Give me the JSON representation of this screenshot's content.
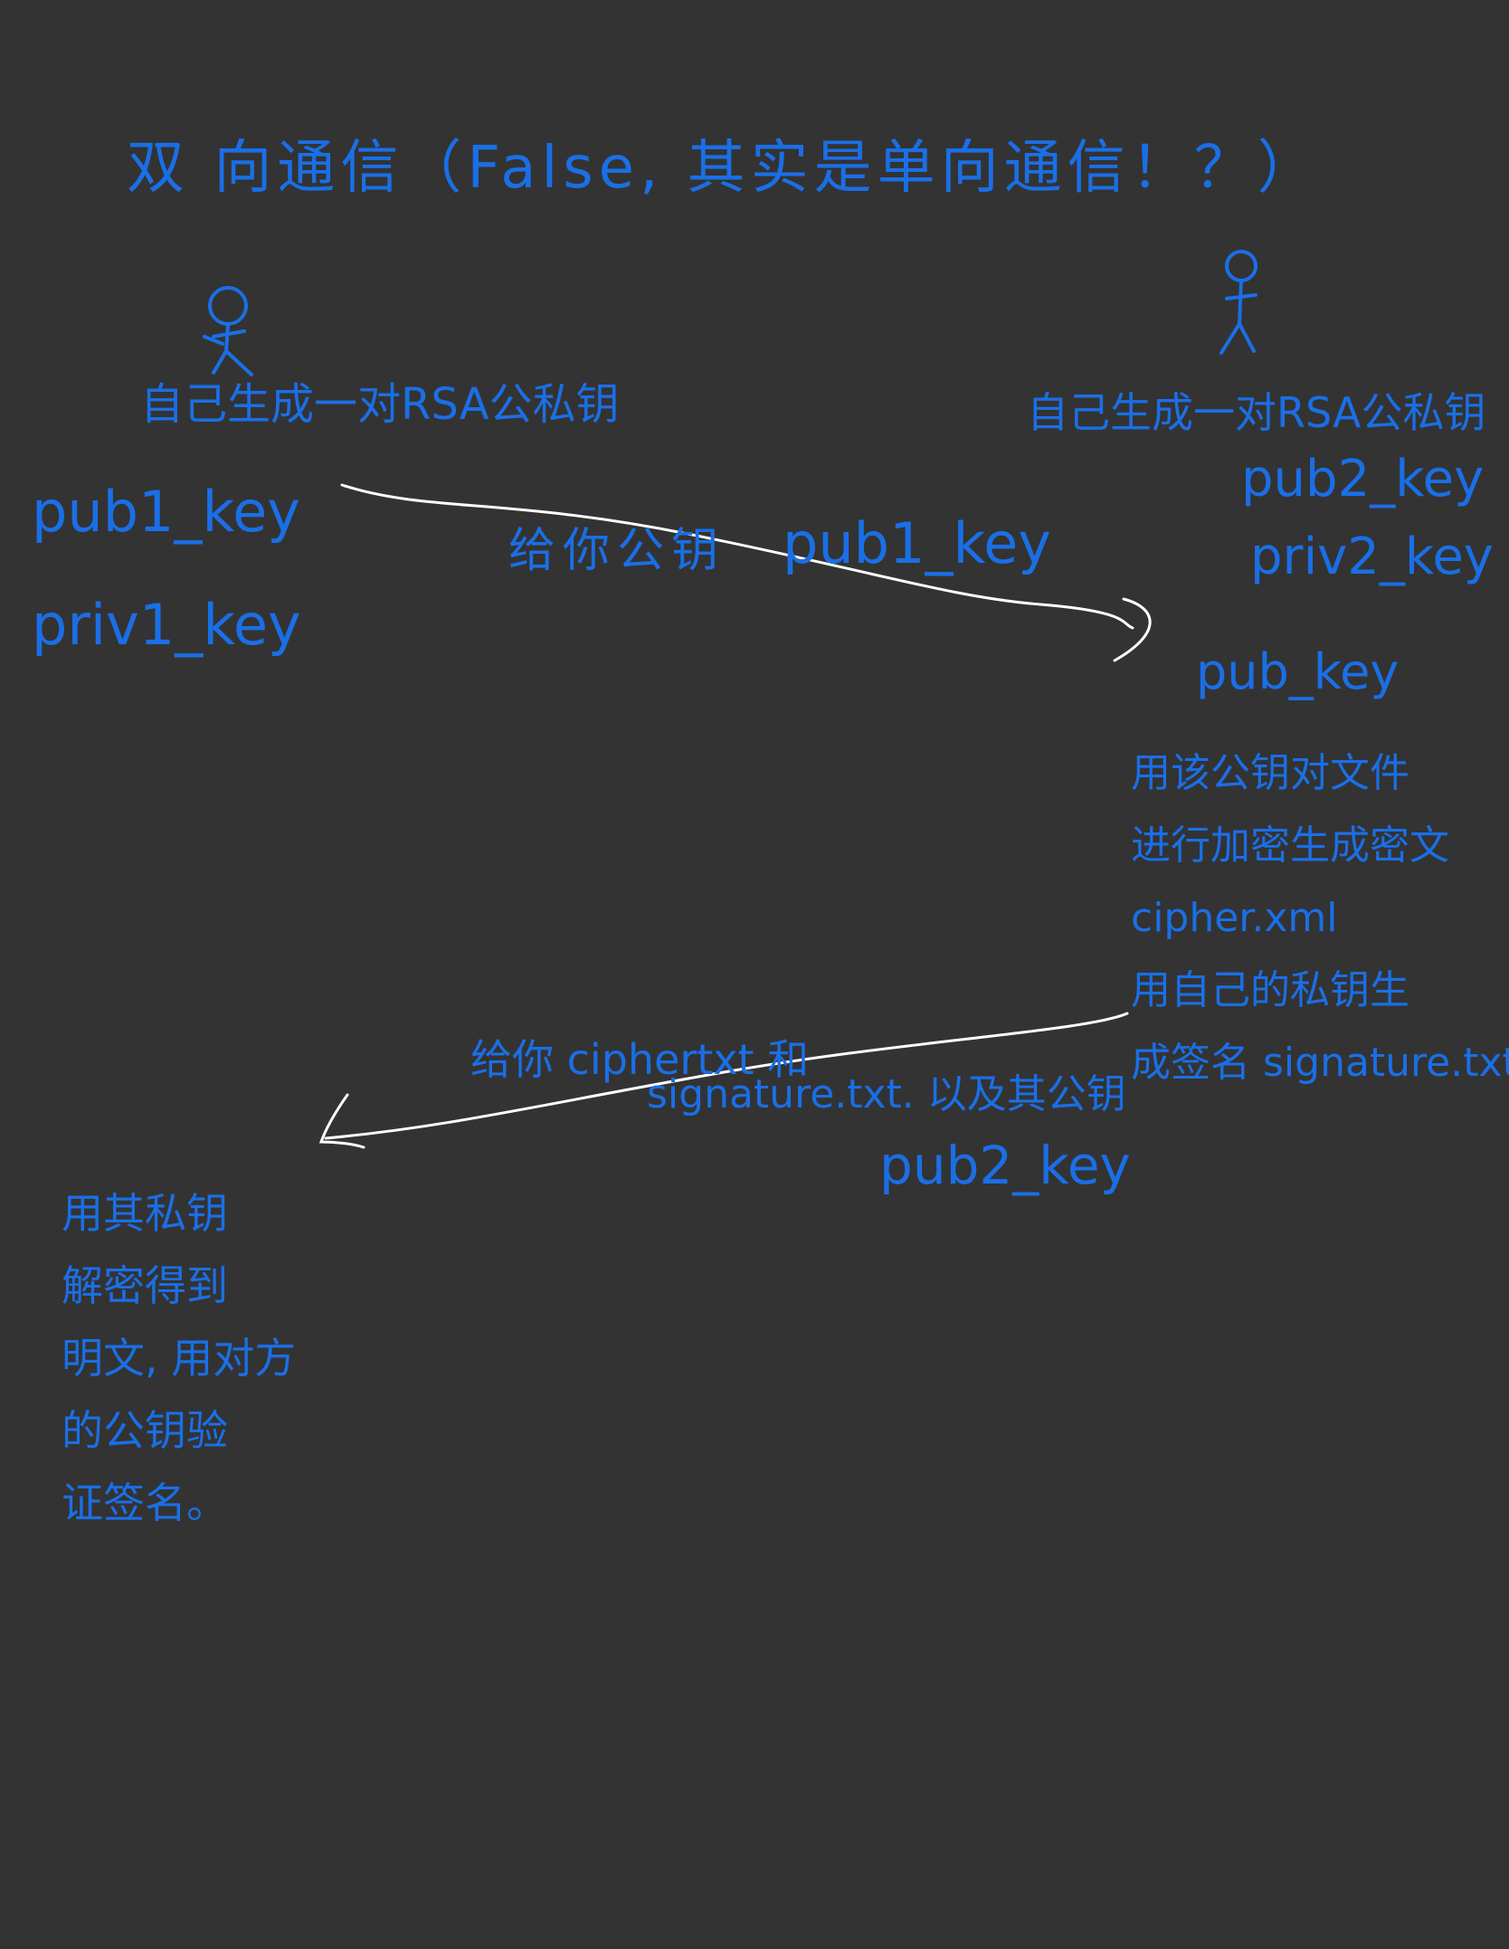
{
  "title": "双 向通信（False, 其实是单向通信！？）",
  "left_party": {
    "gen_label": "自己生成一对RSA公私钥",
    "pub_key": "pub1_key",
    "priv_key": "priv1_key",
    "steps": [
      "用其私钥",
      "解密得到",
      "明文, 用对方",
      "的公钥验",
      "证签名。"
    ]
  },
  "right_party": {
    "gen_label": "自己生成一对RSA公私钥",
    "pub_key": "pub2_key",
    "priv_key": "priv2_key",
    "received_key": "pub_key",
    "steps": [
      "用该公钥对文件",
      "进行加密生成密文",
      "cipher.xml",
      "用自己的私钥生",
      "成签名 signature.txt."
    ]
  },
  "arrow1": {
    "label_a": "给你公钥",
    "label_b": "pub1_key"
  },
  "arrow2": {
    "line1": "给你 ciphertxt 和",
    "line2": "signature.txt. 以及其公钥",
    "line3": "pub2_key"
  },
  "colors": {
    "background": "#333333",
    "ink": "#1a6fe6",
    "arrow": "#ffffff"
  }
}
